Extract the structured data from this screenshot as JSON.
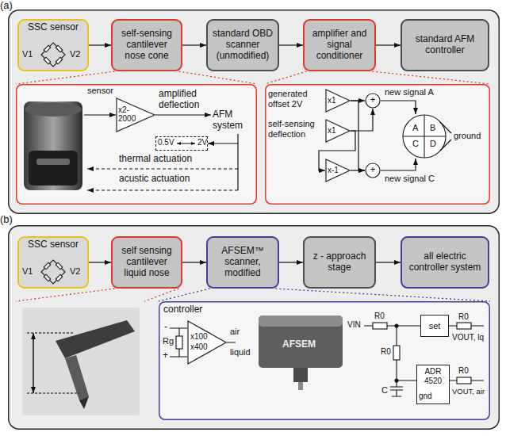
{
  "diagram": {
    "nodes": [
      {
        "text": [
          "(a)"
        ]
      },
      {
        "text": [
          "SSC sensor",
          "V1",
          "V2"
        ],
        "in": 0
      },
      {
        "text": [
          "self-sensing cantilever nose cone"
        ],
        "in": 0
      },
      {
        "text": [
          "standard OBD scanner (unmodified)"
        ],
        "in": 0
      },
      {
        "text": [
          "amplifier and signal conditioner"
        ],
        "in": 0
      },
      {
        "text": [
          "standard AFM controller"
        ],
        "in": 0
      },
      {
        "text": [
          "sensor",
          "amplified deflection",
          "AFM system",
          "thermal actuation",
          "acustic actuation"
        ],
        "in": 0
      },
      {
        "text": [
          "x2- 2000"
        ],
        "in": 6
      },
      {
        "text": [
          "0.5V",
          "2V"
        ],
        "in": 6
      },
      {
        "text": [
          "generated offset 2V",
          "self-sensing deflection",
          "ground"
        ],
        "in": 0
      },
      {
        "text": [
          "x1"
        ],
        "in": 9
      },
      {
        "text": [
          "x1"
        ],
        "in": 9
      },
      {
        "text": [
          "x-1"
        ],
        "in": 9
      },
      {
        "text": [
          "+"
        ],
        "in": 9
      },
      {
        "text": [
          "+"
        ],
        "in": 9
      },
      {
        "text": [
          "A",
          "B",
          "C",
          "D"
        ],
        "in": 9
      },
      {
        "text": [
          "(b)"
        ]
      },
      {
        "text": [
          "SSC sensor",
          "V1",
          "V2"
        ],
        "in": 16
      },
      {
        "text": [
          "self sensing cantilever liquid nose"
        ],
        "in": 16
      },
      {
        "text": [
          "AFSEM™ scanner, modified"
        ],
        "in": 16
      },
      {
        "text": [
          "z - approach stage"
        ],
        "in": 16
      },
      {
        "text": [
          "all electric controller system"
        ],
        "in": 16
      },
      {
        "text": [
          "controller",
          "-",
          "+",
          "Rg",
          "air",
          "liquid",
          "VIN",
          "R0",
          "R0",
          "C",
          "R0",
          "VOUT, lq",
          "R0",
          "VOUT, air"
        ],
        "in": 16
      },
      {
        "text": [
          "x100",
          "x400"
        ],
        "in": 22
      },
      {
        "text": [
          "set"
        ],
        "in": 22
      },
      {
        "text": [
          "ADR 4520",
          "gnd"
        ],
        "in": 22
      }
    ],
    "edges": [
      {
        "from": 1,
        "to": 2,
        "arrow": "to"
      },
      {
        "from": 2,
        "to": 3,
        "arrow": "to"
      },
      {
        "from": 3,
        "to": 4,
        "arrow": "to"
      },
      {
        "from": 4,
        "to": 5,
        "arrow": "to"
      },
      {
        "from": 2,
        "to": 6,
        "arrow": "none"
      },
      {
        "from": 4,
        "to": 9,
        "arrow": "none"
      },
      {
        "from": 10,
        "to": 13,
        "arrow": "to"
      },
      {
        "from": 10,
        "to": 14,
        "arrow": "to"
      },
      {
        "from": 11,
        "to": 13,
        "arrow": "to"
      },
      {
        "from": 11,
        "to": 12,
        "arrow": "to"
      },
      {
        "from": 12,
        "to": 14,
        "arrow": "to"
      },
      {
        "from": 13,
        "to": 15,
        "label": "new signal A",
        "arrow": "to"
      },
      {
        "from": 14,
        "to": 15,
        "label": "new signal C",
        "arrow": "to"
      },
      {
        "from": 17,
        "to": 18,
        "arrow": "to"
      },
      {
        "from": 18,
        "to": 19,
        "arrow": "to"
      },
      {
        "from": 19,
        "to": 20,
        "arrow": "to"
      },
      {
        "from": 20,
        "to": 21,
        "arrow": "to"
      },
      {
        "from": 19,
        "to": 22,
        "arrow": "none"
      }
    ],
    "labels": [
      "AFSEM"
    ]
  }
}
